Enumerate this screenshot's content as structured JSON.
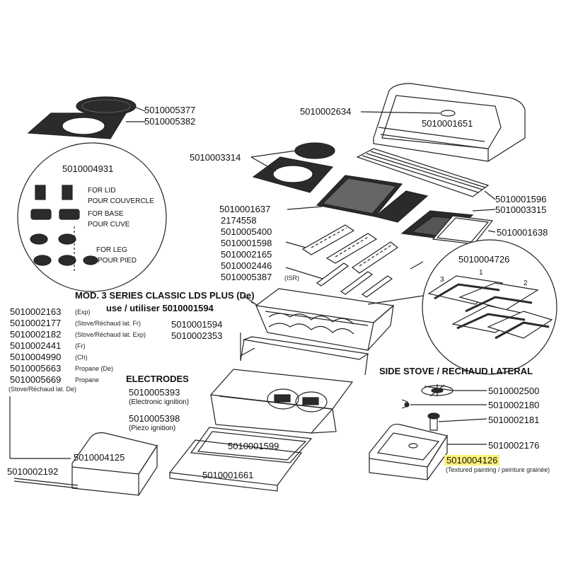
{
  "colors": {
    "line": "#222222",
    "dark_part": "#2b2b2b",
    "highlight": "#fff17a"
  },
  "parts": {
    "p5377": "5010005377",
    "p5382": "5010005382",
    "p2634": "5010002634",
    "p1651": "5010001651",
    "p3314": "5010003314",
    "p4931": "5010004931",
    "p1596": "5010001596",
    "p1637": "5010001637",
    "p3315": "5010003315",
    "p4558": "2174558",
    "p1638": "5010001638",
    "p5400": "5010005400",
    "p1598": "5010001598",
    "p2165": "5010002165",
    "p2446": "5010002446",
    "p5387": "5010005387",
    "isr": "(ISR)",
    "p4726": "5010004726",
    "p2163": "5010002163",
    "p2177": "5010002177",
    "p2182": "5010002182",
    "p2441": "5010002441",
    "p4990": "5010004990",
    "p5663": "5010005663",
    "p5669": "5010005669",
    "p1594": "5010001594",
    "p2353": "5010002353",
    "p5393": "5010005393",
    "p5398": "5010005398",
    "p1599": "5010001599",
    "p4125": "5010004125",
    "p2192": "5010002192",
    "p1661": "5010001661",
    "p2500": "5010002500",
    "p2180": "5010002180",
    "p2181": "5010002181",
    "p2176": "5010002176",
    "p4126": "5010004126"
  },
  "notes": {
    "exp": "(Exp)",
    "stove_fr": "(Stove/Réchaud lat. Fr)",
    "stove_exp": "(Stove/Réchaud lat. Exp)",
    "fr": "(Fr)",
    "ch": "(Ch)",
    "propane_de": "Propane (De)",
    "propane": "Propane",
    "stove_de": "(Stove/Réchaud lat. De)",
    "electronic": "(Electronic ignition)",
    "piezo": "(Piezo ignition)",
    "textured": "(Textured painting / peinture grainée)"
  },
  "headings": {
    "model": "MOD. 3 SERIES CLASSIC LDS PLUS (De)",
    "use": "use / utiliser 5010001594",
    "electrodes": "ELECTRODES",
    "side_stove": "SIDE STOVE / RECHAUD LATERAL"
  },
  "callout": {
    "for_lid": "FOR LID",
    "pour_couvercle": "POUR COUVERCLE",
    "for_base": "FOR BASE",
    "pour_cuve": "POUR CUVE",
    "for_leg": "FOR LEG",
    "pour_pied": "POUR PIED"
  },
  "burner_numbers": [
    "3",
    "1",
    "2"
  ]
}
